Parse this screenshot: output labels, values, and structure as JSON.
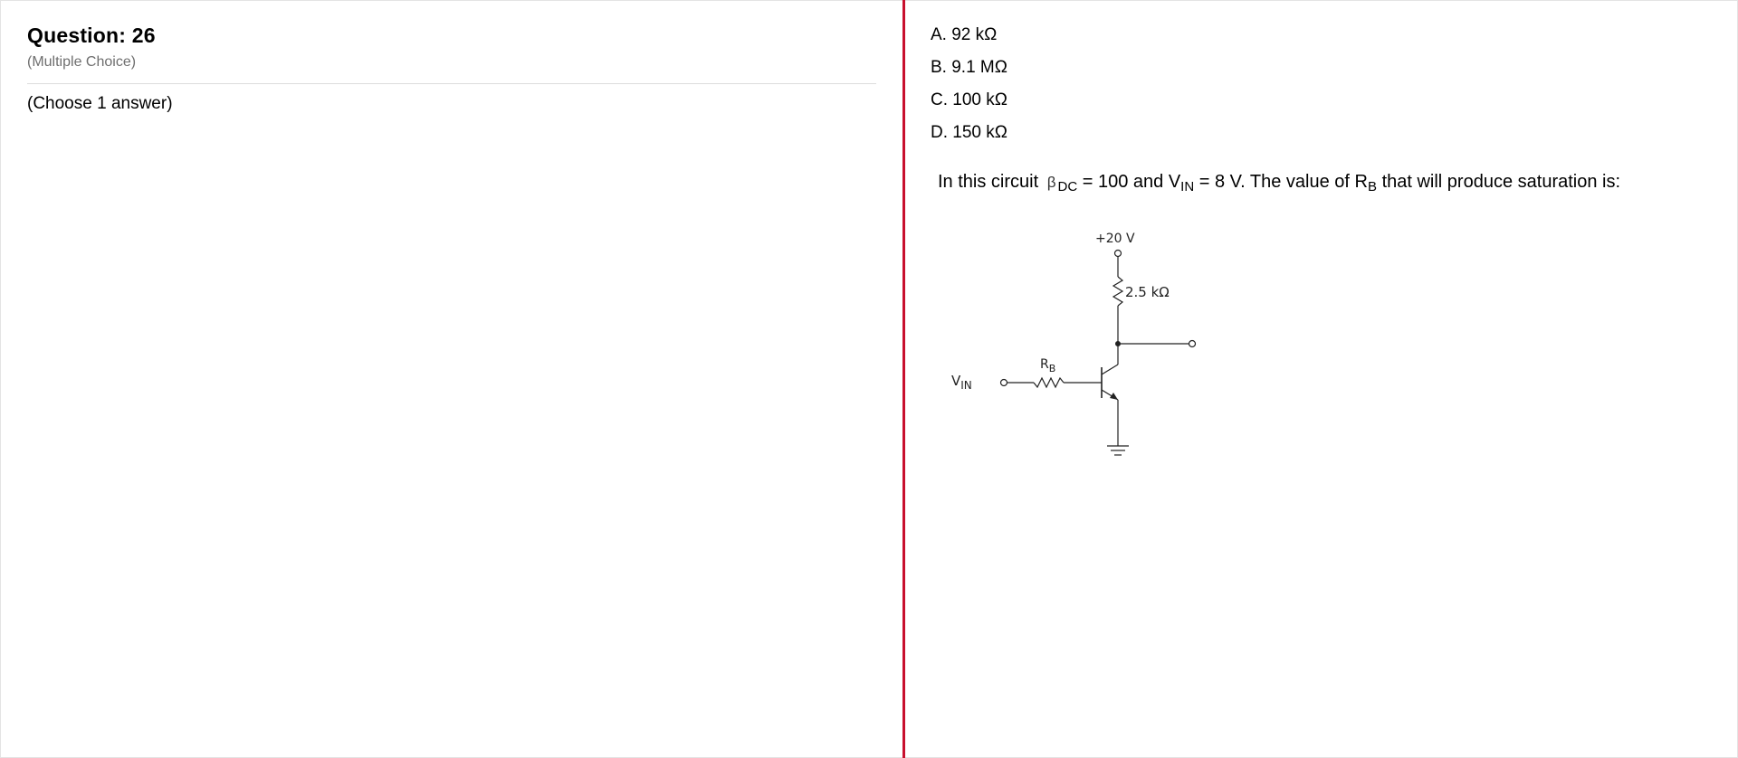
{
  "question": {
    "title": "Question: 26",
    "type": "(Multiple Choice)",
    "instruction": "(Choose 1 answer)"
  },
  "options": [
    {
      "label": "A. 92 kΩ"
    },
    {
      "label": "B. 9.1 MΩ"
    },
    {
      "label": "C. 100 kΩ"
    },
    {
      "label": "D. 150 kΩ"
    }
  ],
  "prompt": {
    "text_start": "In this circuit",
    "beta": "β",
    "beta_sub": "DC",
    "text_mid1": "= 100 and V",
    "vin_sub": "IN",
    "text_mid2": "= 8 V. The value of R",
    "rb_sub": "B",
    "text_end": "that will produce saturation is:"
  },
  "circuit": {
    "supply_label": "+20 V",
    "collector_resistor_label": "2.5 kΩ",
    "base_resistor_label": "R",
    "base_resistor_sub": "B",
    "input_label": "V",
    "input_sub": "IN"
  },
  "colors": {
    "divider": "#c8102e",
    "muted_text": "#6f6f6f"
  }
}
